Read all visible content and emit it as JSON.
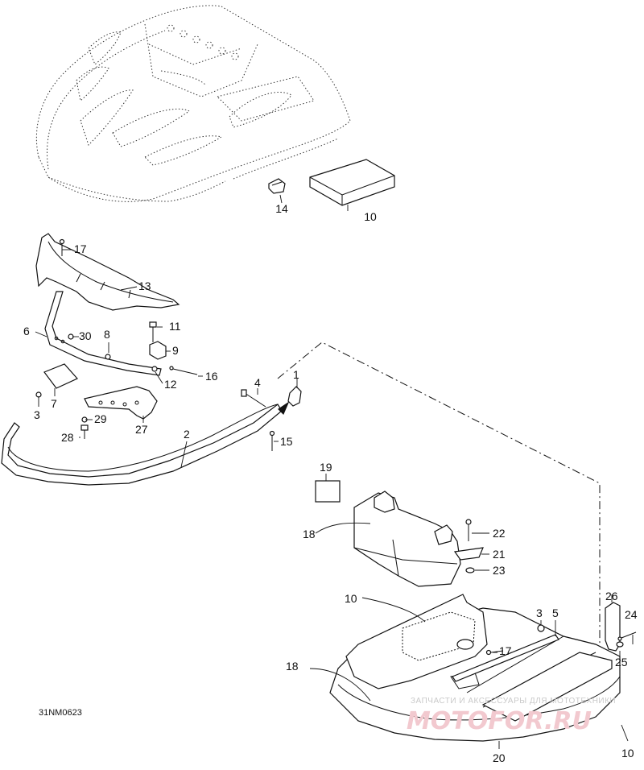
{
  "diagram_code": "31NM0623",
  "watermark": {
    "caption": "ЗАПЧАСТИ И АКСЕССУАРЫ ДЛЯ МОТОТЕХНИКИ",
    "brand": "MOTOFOR.RU"
  },
  "callouts": {
    "c1": "1",
    "c2": "2",
    "c3a": "3",
    "c3b": "3",
    "c4": "4",
    "c5": "5",
    "c6": "6",
    "c7": "7",
    "c8": "8",
    "c9": "9",
    "c10a": "10",
    "c10b": "10",
    "c10c": "10",
    "c11": "11",
    "c12": "12",
    "c13": "13",
    "c14": "14",
    "c15": "15",
    "c16": "16",
    "c17a": "17",
    "c17b": "17",
    "c18a": "18",
    "c18b": "18",
    "c19": "19",
    "c20": "20",
    "c21": "21",
    "c22": "22",
    "c23": "23",
    "c24": "24",
    "c25": "25",
    "c26": "26",
    "c27": "27",
    "c28": "28",
    "c29": "29",
    "c30": "30"
  }
}
